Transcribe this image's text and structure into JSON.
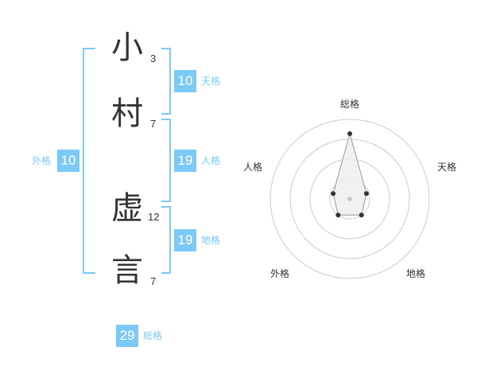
{
  "name_chars": [
    {
      "char": "小",
      "strokes": "3"
    },
    {
      "char": "村",
      "strokes": "7"
    },
    {
      "char": "虚",
      "strokes": "12"
    },
    {
      "char": "言",
      "strokes": "7"
    }
  ],
  "badges": {
    "tenkaku": {
      "value": "10",
      "label": "天格"
    },
    "jinkaku": {
      "value": "19",
      "label": "人格"
    },
    "chikaku": {
      "value": "19",
      "label": "地格"
    },
    "gaikaku": {
      "value": "10",
      "label": "外格"
    },
    "soukaku": {
      "value": "29",
      "label": "総格"
    }
  },
  "radar": {
    "axes": [
      "総格",
      "天格",
      "地格",
      "外格",
      "人格"
    ],
    "levels": 4,
    "values": [
      0.82,
      0.22,
      0.25,
      0.25,
      0.22
    ]
  },
  "colors": {
    "accent": "#7cc9f5",
    "text": "#333333",
    "ring": "#cccccc",
    "polygon_fill": "#efefef",
    "polygon_stroke": "#999999",
    "point": "#333333"
  }
}
